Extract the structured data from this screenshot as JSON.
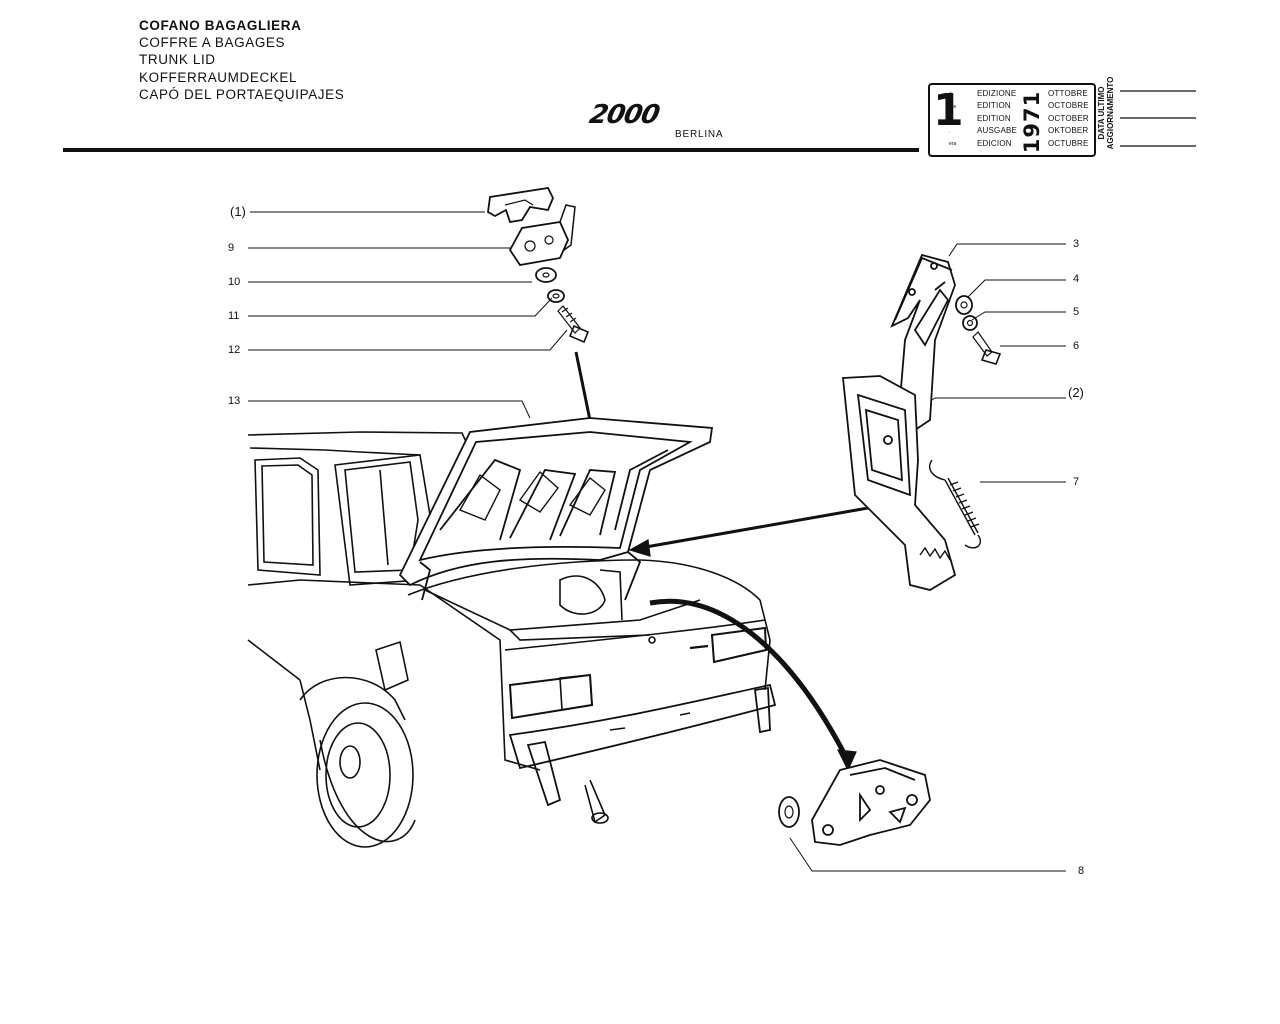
{
  "titles": {
    "it": "COFANO BAGAGLIERA",
    "fr": "COFFRE A BAGAGES",
    "en": "TRUNK LID",
    "de": "KOFFERRAUMDECKEL",
    "es": "CAPÓ DEL PORTAEQUIPAJES"
  },
  "logo": {
    "text": "2000",
    "model": "BERLINA"
  },
  "edition": {
    "number": "1",
    "suffixes": [
      "a",
      "ère",
      "st",
      ".",
      "era"
    ],
    "labels": [
      "EDIZIONE",
      "EDITION",
      "EDITION",
      "AUSGABE",
      "EDICION"
    ],
    "year": "1971",
    "months": [
      "OTTOBRE",
      "OCTOBRE",
      "OCTOBER",
      "OKTOBER",
      "OCTUBRE"
    ],
    "update_label_1": "DATA ULTIMO",
    "update_label_2": "AGGIORNAMENTO"
  },
  "callouts": {
    "c1": "(1)",
    "c9": "9",
    "c10": "10",
    "c11": "11",
    "c12": "12",
    "c13": "13",
    "c3": "3",
    "c4": "4",
    "c5": "5",
    "c6": "6",
    "c2": "(2)",
    "c7": "7",
    "c8": "8"
  },
  "colors": {
    "ink": "#111111",
    "paper": "#ffffff"
  }
}
